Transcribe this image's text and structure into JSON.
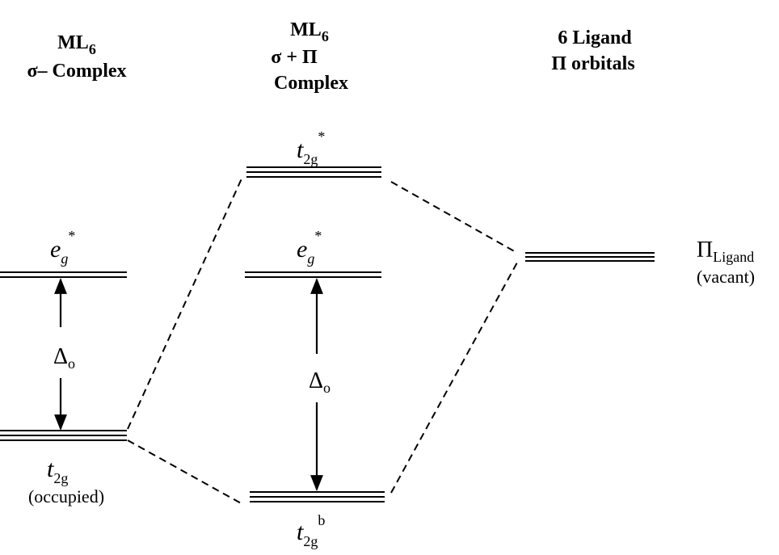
{
  "headers": {
    "sigma_complex": {
      "line1_main": "ML",
      "line1_sub": "6",
      "line2": "σ– Complex"
    },
    "sigma_pi_complex": {
      "line1_main": "ML",
      "line1_sub": "6",
      "line2": "σ + Π",
      "line3": "Complex"
    },
    "ligand_orbitals": {
      "line1": "6 Ligand",
      "line2": "Π orbitals"
    }
  },
  "levels": {
    "sigma_eg_star": {
      "main": "e",
      "sub": "g",
      "sup": "*"
    },
    "sigma_t2g": {
      "main": "t",
      "sub": "2g",
      "note": "(occupied)"
    },
    "pi_t2g_star": {
      "main": "t",
      "sub": "2g",
      "sup": "*"
    },
    "pi_eg_star": {
      "main": "e",
      "sub": "g",
      "sup": "*"
    },
    "pi_t2g_b": {
      "main": "t",
      "sub": "2g",
      "sup": "b"
    },
    "ligand_pi": {
      "main": "Π",
      "sub": "Ligand",
      "note": "(vacant)"
    }
  },
  "splitting": {
    "sigma": {
      "main": "Δ",
      "sub": "o"
    },
    "pi": {
      "main": "Δ",
      "sub": "o"
    }
  }
}
